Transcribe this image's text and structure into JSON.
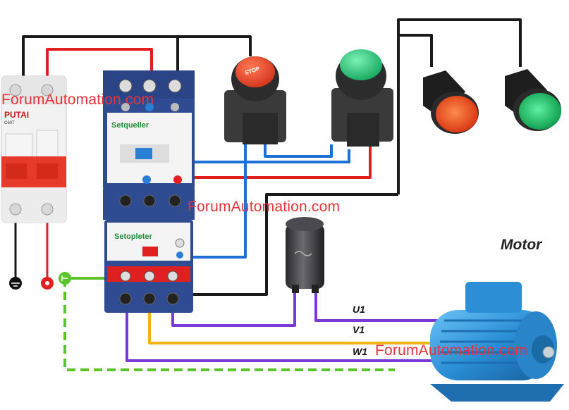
{
  "watermarks": {
    "top_left": "ForumAutomation.com",
    "center": "ForumAutomation.com",
    "bottom_right": "ForumAutomation.com"
  },
  "labels": {
    "motor": "Motor",
    "u1": "U1",
    "v1": "V1",
    "w1": "W1"
  },
  "breaker": {
    "brand": "PUTAI",
    "rating": "C60T"
  },
  "contactor": {
    "brand": "Setqueller"
  },
  "overload_relay": {
    "brand": "Setopleter"
  },
  "stop_button": {
    "text": "STOP"
  },
  "colors": {
    "wire_black": "#1a1a1a",
    "wire_red": "#e02020",
    "wire_blue": "#1e6fd6",
    "wire_purple": "#7a3ad8",
    "wire_yellow": "#f0b31a",
    "wire_green_dashed": "#5cc32a",
    "lamp_red": "#e8421c",
    "lamp_green": "#12b25a",
    "motor_blue": "#2c8fd6",
    "contactor_blue": "#2f4c93",
    "watermark": "#e8323a"
  }
}
